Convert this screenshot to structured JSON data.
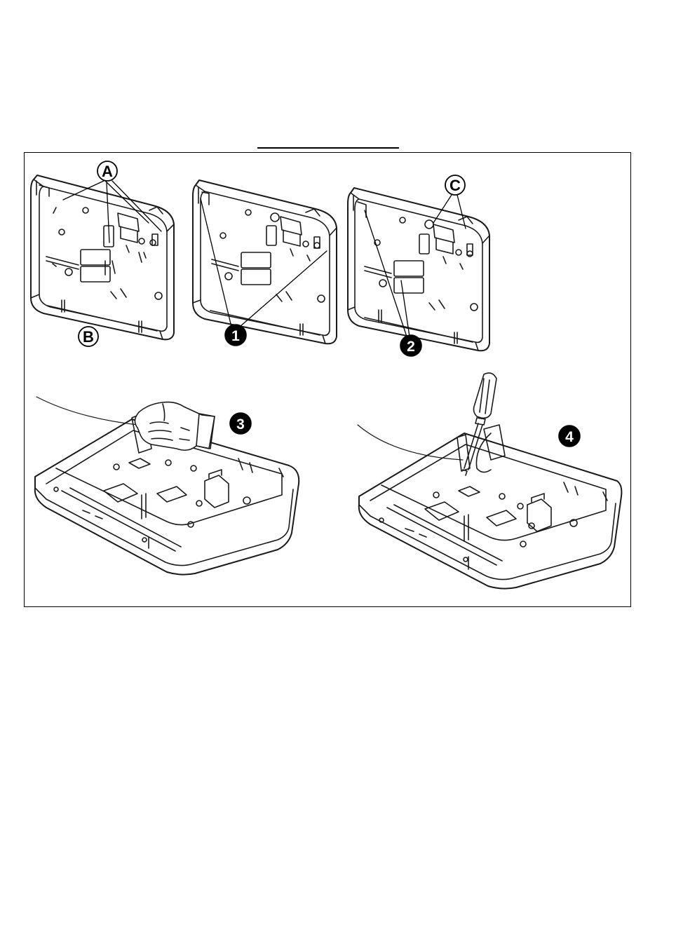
{
  "callouts": {
    "A": "A",
    "B": "B",
    "C": "C",
    "step1": "1",
    "step2": "2",
    "step3": "3",
    "step4": "4"
  },
  "colors": {
    "line": "#000000",
    "background": "#ffffff",
    "outline": "#1a1a1a"
  }
}
